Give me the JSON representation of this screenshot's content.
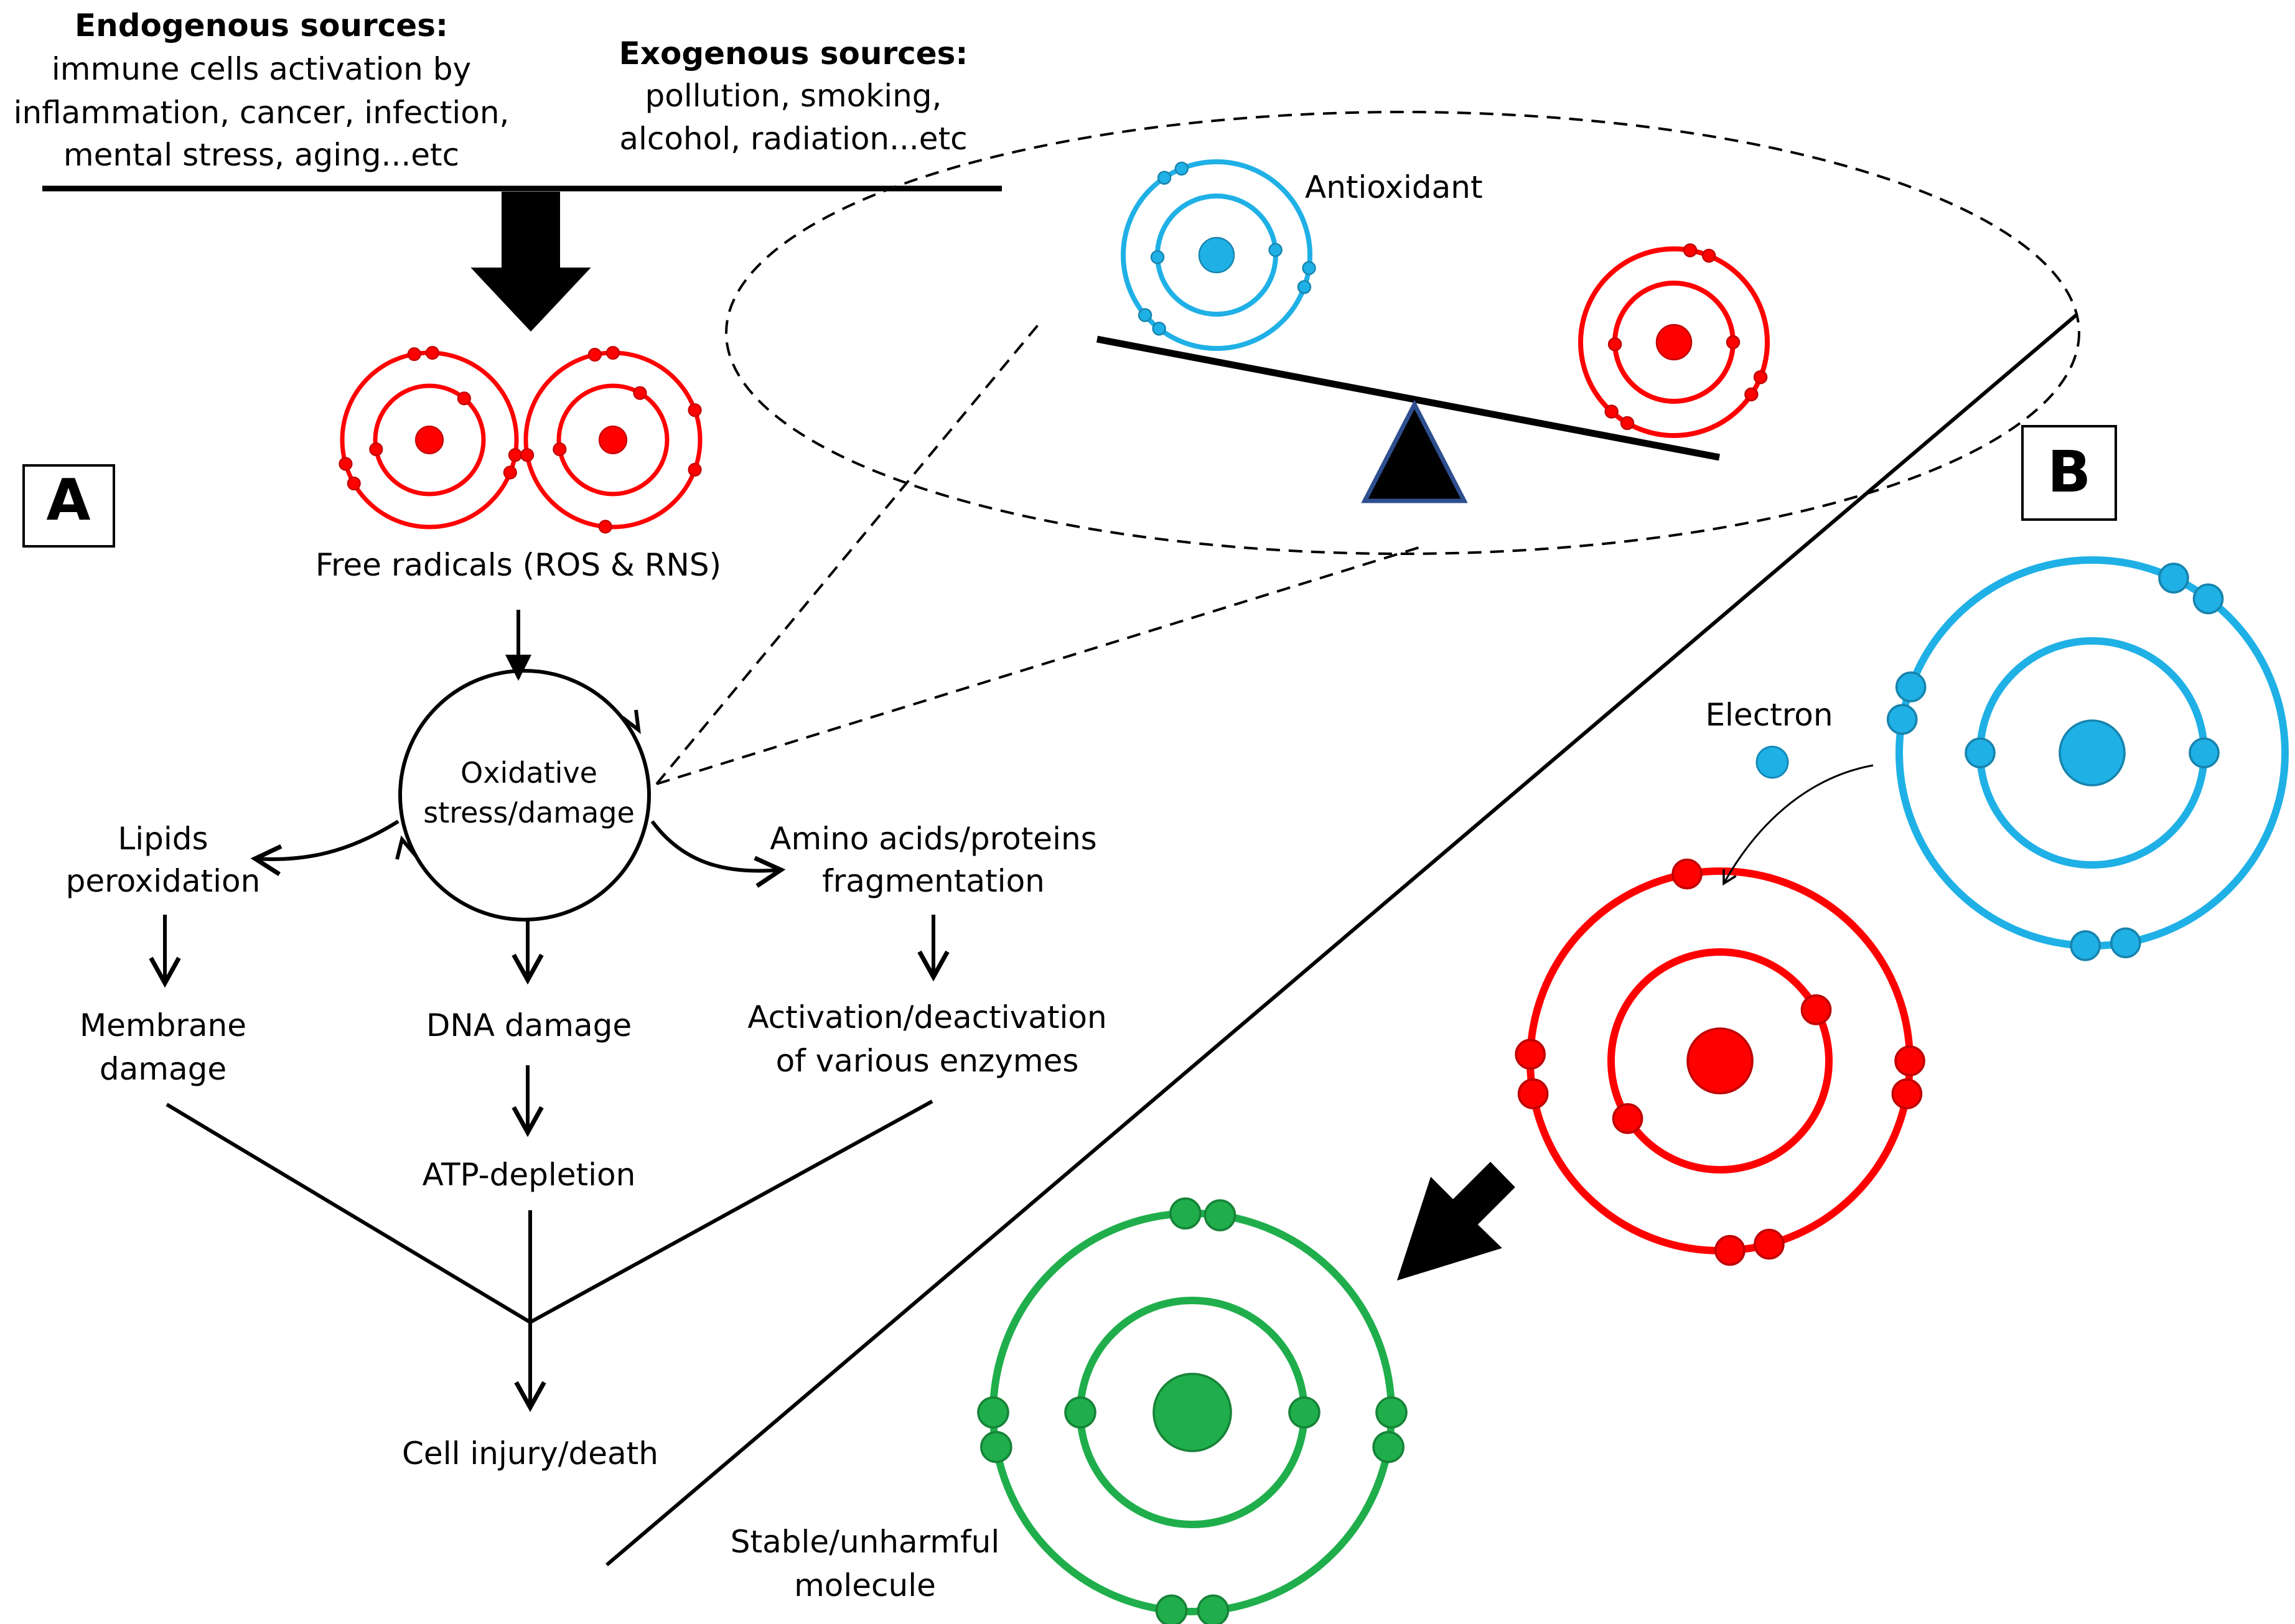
{
  "sources": {
    "endogenous_title": "Endogenous sources:",
    "endogenous_lines": [
      "immune cells activation by",
      "inflammation, cancer, infection,",
      "mental stress, aging...etc"
    ],
    "exogenous_title": "Exogenous sources:",
    "exogenous_lines": [
      "pollution, smoking,",
      "alcohol, radiation...etc"
    ]
  },
  "panels": {
    "a": "A",
    "b": "B"
  },
  "flow": {
    "free_radicals": "Free radicals (ROS & RNS)",
    "oxidative_lines": [
      "Oxidative",
      "stress/damage"
    ],
    "lipids_lines": [
      "Lipids",
      "peroxidation"
    ],
    "membrane_lines": [
      "Membrane",
      "damage"
    ],
    "dna": "DNA damage",
    "amino_lines": [
      "Amino acids/proteins",
      "fragmentation"
    ],
    "enzymes_lines": [
      "Activation/deactivation",
      "of various enzymes"
    ],
    "atp": "ATP-depletion",
    "cell_death": "Cell injury/death"
  },
  "balance": {
    "antioxidant": "Antioxidant"
  },
  "panel_b": {
    "electron": "Electron",
    "stable_lines": [
      "Stable/unharmful",
      "molecule"
    ]
  },
  "colors": {
    "free_radical": "#ff0000",
    "antioxidant": "#1fb0e6",
    "stable": "#1fae4b",
    "line": "#000000",
    "fulcrum": "#000000",
    "fulcrum_edge": "#2f4f8f"
  }
}
